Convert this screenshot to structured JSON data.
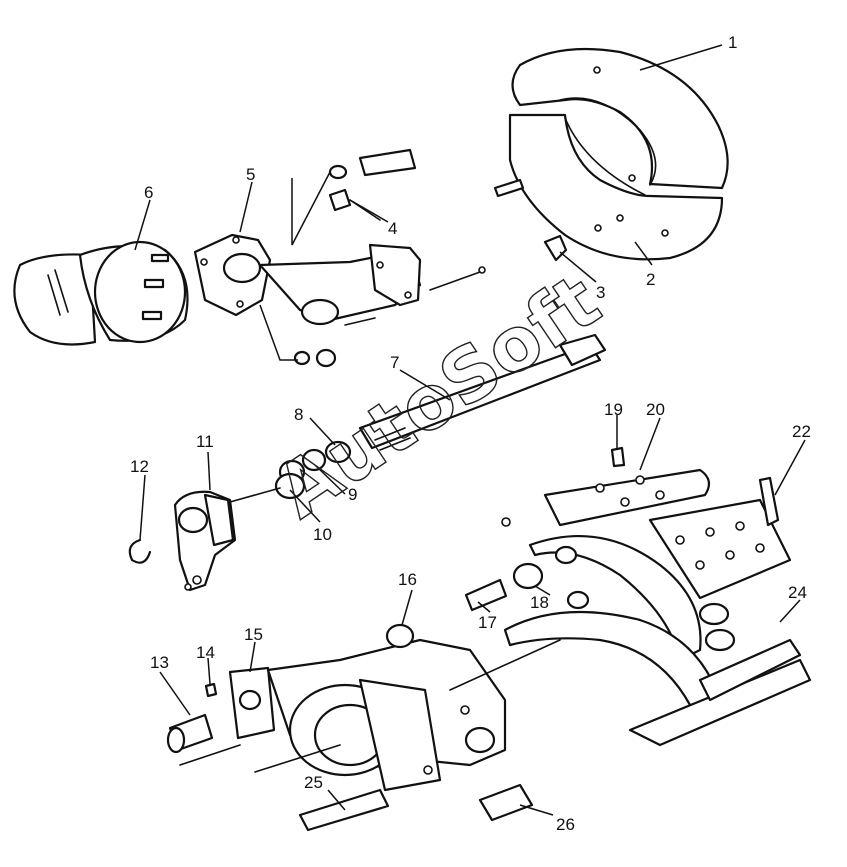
{
  "watermark": "AutoSoft",
  "callouts": [
    "1",
    "2",
    "3",
    "4",
    "5",
    "6",
    "7",
    "8",
    "9",
    "10",
    "11",
    "12",
    "13",
    "14",
    "15",
    "16",
    "17",
    "18",
    "19",
    "20",
    "22",
    "24",
    "25",
    "26"
  ]
}
